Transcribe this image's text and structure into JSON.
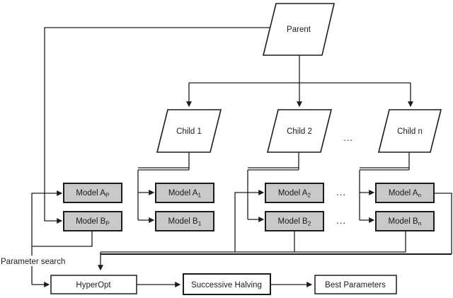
{
  "colors": {
    "model_fill": "#c9c9c9",
    "box_fill": "#ffffff",
    "line": "#1c1c1c"
  },
  "diagram": {
    "parent": {
      "label": "Parent"
    },
    "children": [
      {
        "label": "Child 1"
      },
      {
        "label": "Child 2"
      },
      {
        "label": "Child n"
      }
    ],
    "dots": "...",
    "model_groups": [
      {
        "a": {
          "base": "Model A",
          "sub": "P"
        },
        "b": {
          "base": "Model B",
          "sub": "P"
        }
      },
      {
        "a": {
          "base": "Model A",
          "sub": "1"
        },
        "b": {
          "base": "Model B",
          "sub": "1"
        }
      },
      {
        "a": {
          "base": "Model A",
          "sub": "2"
        },
        "b": {
          "base": "Model B",
          "sub": "2"
        }
      },
      {
        "a": {
          "base": "Model A",
          "sub": "n"
        },
        "b": {
          "base": "Model B",
          "sub": "n"
        }
      }
    ],
    "parameter_search_label": "Parameter search",
    "pipeline": [
      {
        "label": "HyperOpt"
      },
      {
        "label": "Successive Halving"
      },
      {
        "label": "Best Parameters"
      }
    ]
  }
}
